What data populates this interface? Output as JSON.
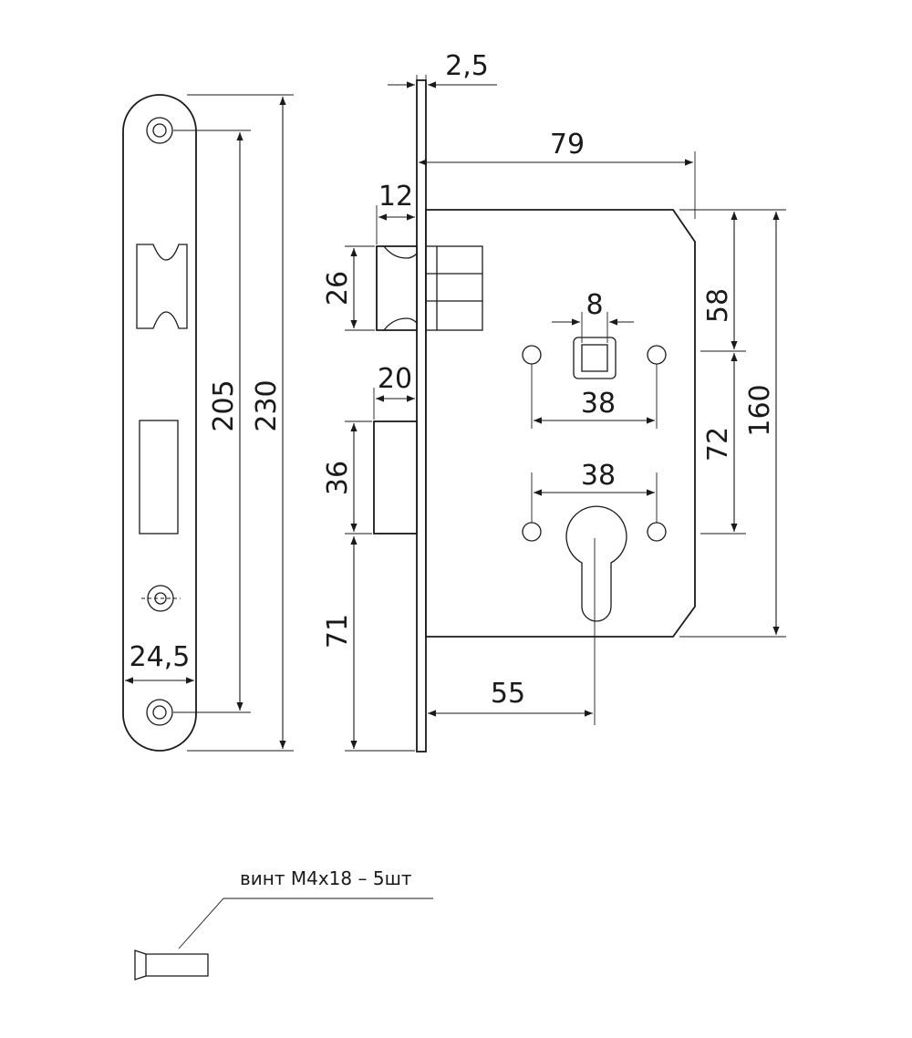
{
  "dimensions": {
    "backset": "55",
    "body_depth": "79",
    "body_height": "160",
    "faceplate_thickness": "2,5",
    "faceplate_width": "24,5",
    "faceplate_length": "230",
    "fixing_centers": "205",
    "latch_projection": "12",
    "latch_height": "26",
    "bolt_projection": "20",
    "bolt_height": "36",
    "bolt_to_bottom": "71",
    "spindle_square": "8",
    "spindle_holes_spacing": "38",
    "cylinder_holes_spacing": "38",
    "top_to_spindle": "58",
    "spindle_to_cylinder": "72"
  },
  "note": {
    "screw_label": "винт М4х18 – 5шт"
  }
}
